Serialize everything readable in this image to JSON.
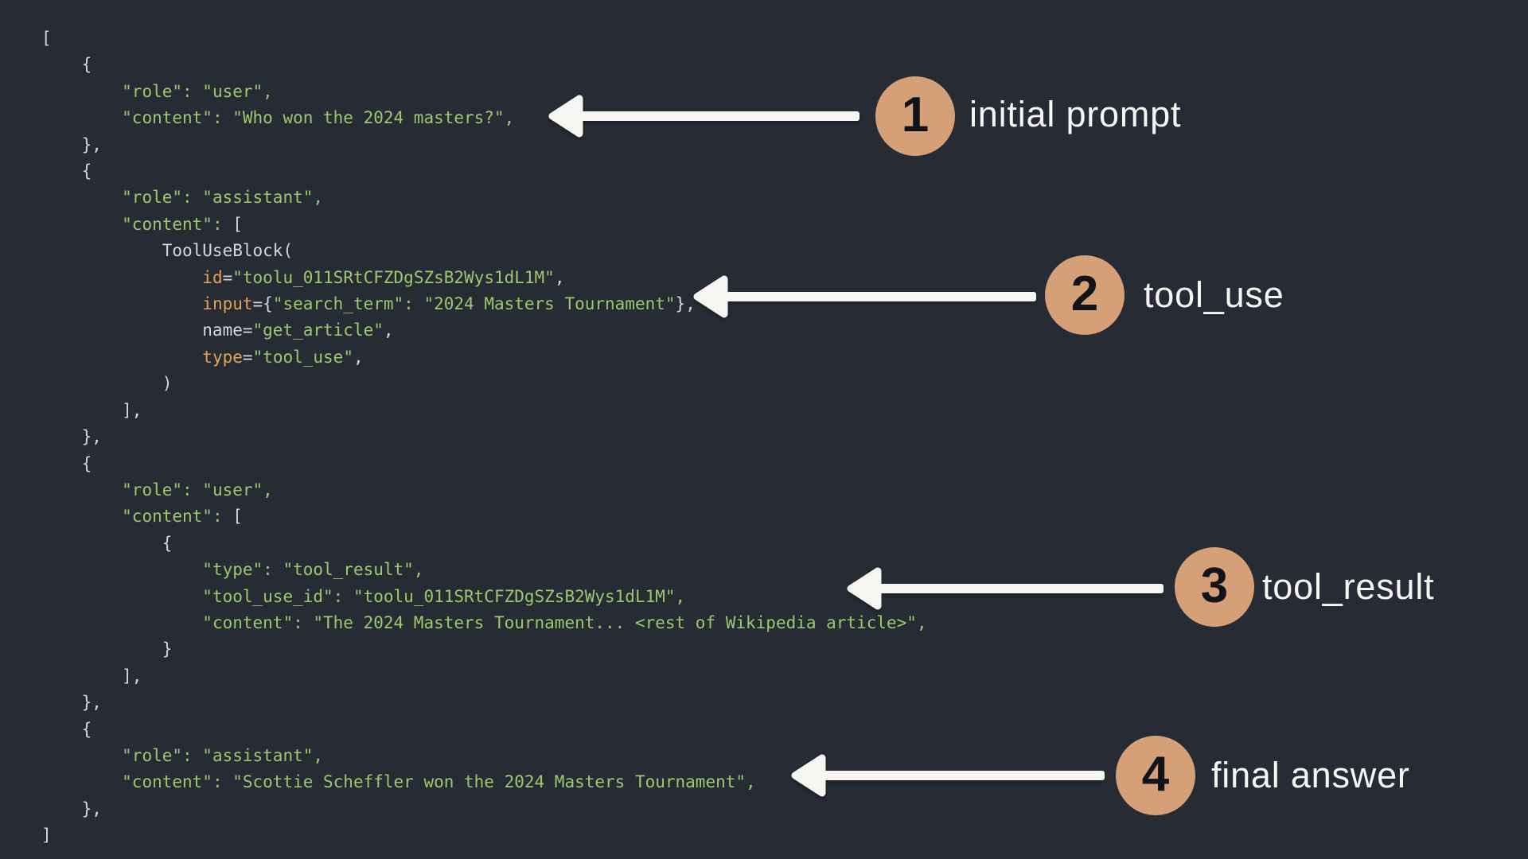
{
  "colors": {
    "background": "#272b33",
    "code_plain": "#d3d7de",
    "code_string_green": "#9cc86f",
    "code_builtin_orange": "#e0a458",
    "badge_tan": "#d5a078",
    "badge_number_ink": "#111318",
    "arrow_white": "#f6f5f1"
  },
  "code": {
    "lines": [
      [
        {
          "s": "p",
          "t": "["
        }
      ],
      [
        {
          "s": "p",
          "t": "    {"
        }
      ],
      [
        {
          "s": "p",
          "t": "        "
        },
        {
          "s": "g",
          "t": "\"role\": \"user\","
        }
      ],
      [
        {
          "s": "p",
          "t": "        "
        },
        {
          "s": "g",
          "t": "\"content\": \"Who won the 2024 masters?\","
        }
      ],
      [
        {
          "s": "p",
          "t": "    },"
        }
      ],
      [
        {
          "s": "p",
          "t": "    {"
        }
      ],
      [
        {
          "s": "p",
          "t": "        "
        },
        {
          "s": "g",
          "t": "\"role\": \"assistant\","
        }
      ],
      [
        {
          "s": "p",
          "t": "        "
        },
        {
          "s": "g",
          "t": "\"content\": "
        },
        {
          "s": "p",
          "t": "["
        }
      ],
      [
        {
          "s": "p",
          "t": "            ToolUseBlock("
        }
      ],
      [
        {
          "s": "p",
          "t": "                "
        },
        {
          "s": "o",
          "t": "id"
        },
        {
          "s": "p",
          "t": "="
        },
        {
          "s": "g",
          "t": "\"toolu_011SRtCFZDgSZsB2Wys1dL1M\""
        },
        {
          "s": "p",
          "t": ","
        }
      ],
      [
        {
          "s": "p",
          "t": "                "
        },
        {
          "s": "o",
          "t": "input"
        },
        {
          "s": "p",
          "t": "={"
        },
        {
          "s": "g",
          "t": "\"search_term\": \"2024 Masters Tournament\""
        },
        {
          "s": "p",
          "t": "},"
        }
      ],
      [
        {
          "s": "p",
          "t": "                name="
        },
        {
          "s": "g",
          "t": "\"get_article\""
        },
        {
          "s": "p",
          "t": ","
        }
      ],
      [
        {
          "s": "p",
          "t": "                "
        },
        {
          "s": "o",
          "t": "type"
        },
        {
          "s": "p",
          "t": "="
        },
        {
          "s": "g",
          "t": "\"tool_use\""
        },
        {
          "s": "p",
          "t": ","
        }
      ],
      [
        {
          "s": "p",
          "t": "            )"
        }
      ],
      [
        {
          "s": "p",
          "t": "        ],"
        }
      ],
      [
        {
          "s": "p",
          "t": "    },"
        }
      ],
      [
        {
          "s": "p",
          "t": "    {"
        }
      ],
      [
        {
          "s": "p",
          "t": "        "
        },
        {
          "s": "g",
          "t": "\"role\": \"user\","
        }
      ],
      [
        {
          "s": "p",
          "t": "        "
        },
        {
          "s": "g",
          "t": "\"content\": "
        },
        {
          "s": "p",
          "t": "["
        }
      ],
      [
        {
          "s": "p",
          "t": "            {"
        }
      ],
      [
        {
          "s": "p",
          "t": "                "
        },
        {
          "s": "g",
          "t": "\"type\": \"tool_result\","
        }
      ],
      [
        {
          "s": "p",
          "t": "                "
        },
        {
          "s": "g",
          "t": "\"tool_use_id\": \"toolu_011SRtCFZDgSZsB2Wys1dL1M\","
        }
      ],
      [
        {
          "s": "p",
          "t": "                "
        },
        {
          "s": "g",
          "t": "\"content\": \"The 2024 Masters Tournament... <rest of Wikipedia article>\","
        }
      ],
      [
        {
          "s": "p",
          "t": "            }"
        }
      ],
      [
        {
          "s": "p",
          "t": "        ],"
        }
      ],
      [
        {
          "s": "p",
          "t": "    },"
        }
      ],
      [
        {
          "s": "p",
          "t": "    {"
        }
      ],
      [
        {
          "s": "p",
          "t": "        "
        },
        {
          "s": "g",
          "t": "\"role\": \"assistant\","
        }
      ],
      [
        {
          "s": "p",
          "t": "        "
        },
        {
          "s": "g",
          "t": "\"content\": \"Scottie Scheffler won the 2024 Masters Tournament\","
        }
      ],
      [
        {
          "s": "p",
          "t": "    },"
        }
      ],
      [
        {
          "s": "p",
          "t": "]"
        }
      ]
    ]
  },
  "callouts": [
    {
      "number": "1",
      "label": "initial prompt"
    },
    {
      "number": "2",
      "label": "tool_use"
    },
    {
      "number": "3",
      "label": "tool_result"
    },
    {
      "number": "4",
      "label": "final answer"
    }
  ]
}
